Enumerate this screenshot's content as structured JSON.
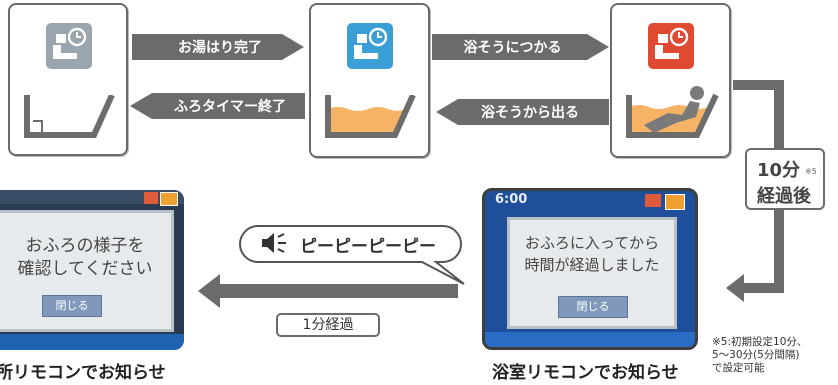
{
  "steps": {
    "fill_done": "お湯はり完了",
    "enter_bath": "浴そうにつかる",
    "timer_end": "ふろタイマー終了",
    "exit_bath": "浴そうから出る",
    "elapsed_10": "10分",
    "elapsed_10_sub": "経過後",
    "note_ref": "※5",
    "elapsed_1": "1分経過"
  },
  "bathroom_remote": {
    "time": "6:00",
    "message": [
      "おふろに入ってから",
      "時間が経過しました"
    ],
    "close_label": "閉じる",
    "caption": "浴室リモコンでお知らせ"
  },
  "kitchen_remote": {
    "message": [
      "おふろの様子を",
      "確認してください"
    ],
    "close_label": "閉じる",
    "caption": "所リモコンでお知らせ"
  },
  "speech": {
    "text": "ピーピーピーピー"
  },
  "footnote": [
    "※5:初期設定10分、",
    "5〜30分(5分間隔)",
    "で設定可能"
  ],
  "colors": {
    "icon_gray": "#9ba5ae",
    "icon_blue": "#3a9fd6",
    "icon_red": "#df4a33",
    "water": "#f6b366",
    "arrow": "#6b6b6b"
  }
}
